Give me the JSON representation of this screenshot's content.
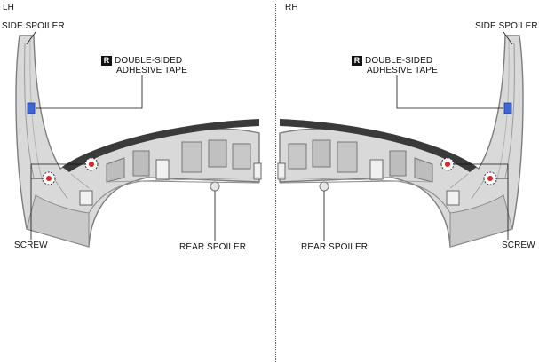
{
  "panels": {
    "left": {
      "side_label": "LH",
      "side_spoiler": "SIDE SPOILER",
      "tape_badge": "R",
      "tape_line1": "DOUBLE-SIDED",
      "tape_line2": "ADHESIVE TAPE",
      "screw": "SCREW",
      "rear_spoiler": "REAR SPOILER"
    },
    "right": {
      "side_label": "RH",
      "side_spoiler": "SIDE SPOILER",
      "tape_badge": "R",
      "tape_line1": "DOUBLE-SIDED",
      "tape_line2": "ADHESIVE TAPE",
      "screw": "SCREW",
      "rear_spoiler": "REAR SPOILER"
    }
  },
  "colors": {
    "part_fill": "#d6d6d6",
    "part_edge": "#8a8a8a",
    "tape": "#3a66d6",
    "screw_marker": "#e0202a"
  }
}
